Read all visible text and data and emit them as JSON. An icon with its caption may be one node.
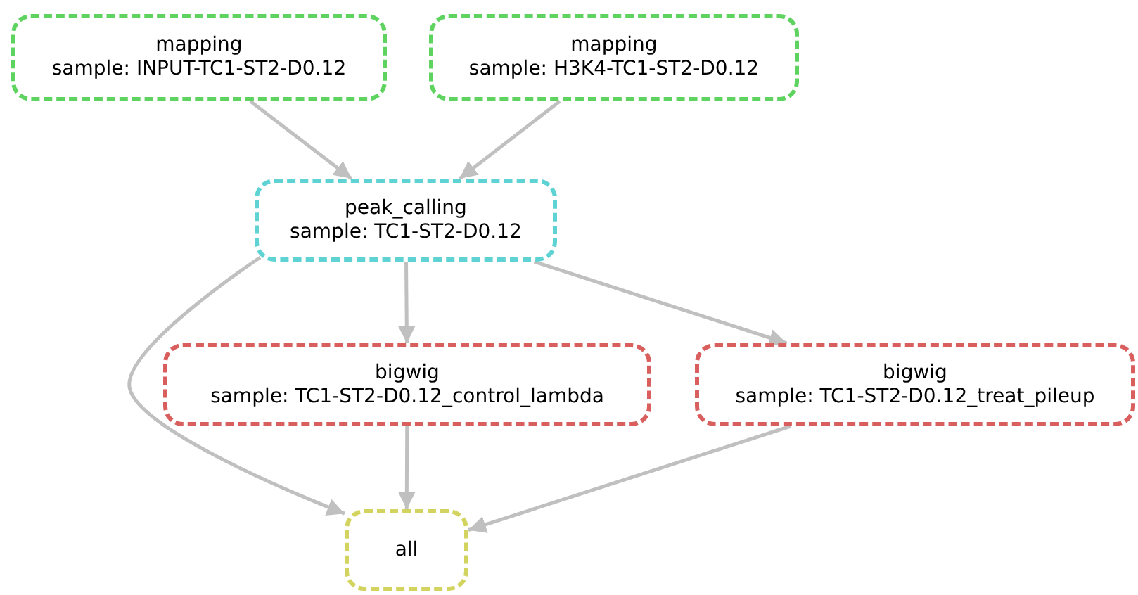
{
  "diagram": {
    "nodes": [
      {
        "text": [
          "mapping",
          "sample: INPUT-TC1-ST2-D0.12"
        ]
      },
      {
        "text": [
          "mapping",
          "sample: H3K4-TC1-ST2-D0.12"
        ]
      },
      {
        "text": [
          "peak_calling",
          "sample: TC1-ST2-D0.12"
        ]
      },
      {
        "text": [
          "bigwig",
          "sample: TC1-ST2-D0.12_control_lambda"
        ]
      },
      {
        "text": [
          "bigwig",
          "sample: TC1-ST2-D0.12_treat_pileup"
        ]
      },
      {
        "text": [
          "all"
        ]
      }
    ],
    "edges": [
      {
        "from": 0,
        "to": 2,
        "arrow": "to"
      },
      {
        "from": 1,
        "to": 2,
        "arrow": "to"
      },
      {
        "from": 2,
        "to": 5,
        "arrow": "to"
      },
      {
        "from": 2,
        "to": 3,
        "arrow": "to"
      },
      {
        "from": 2,
        "to": 4,
        "arrow": "to"
      },
      {
        "from": 3,
        "to": 5,
        "arrow": "to"
      },
      {
        "from": 4,
        "to": 5,
        "arrow": "to"
      }
    ]
  }
}
